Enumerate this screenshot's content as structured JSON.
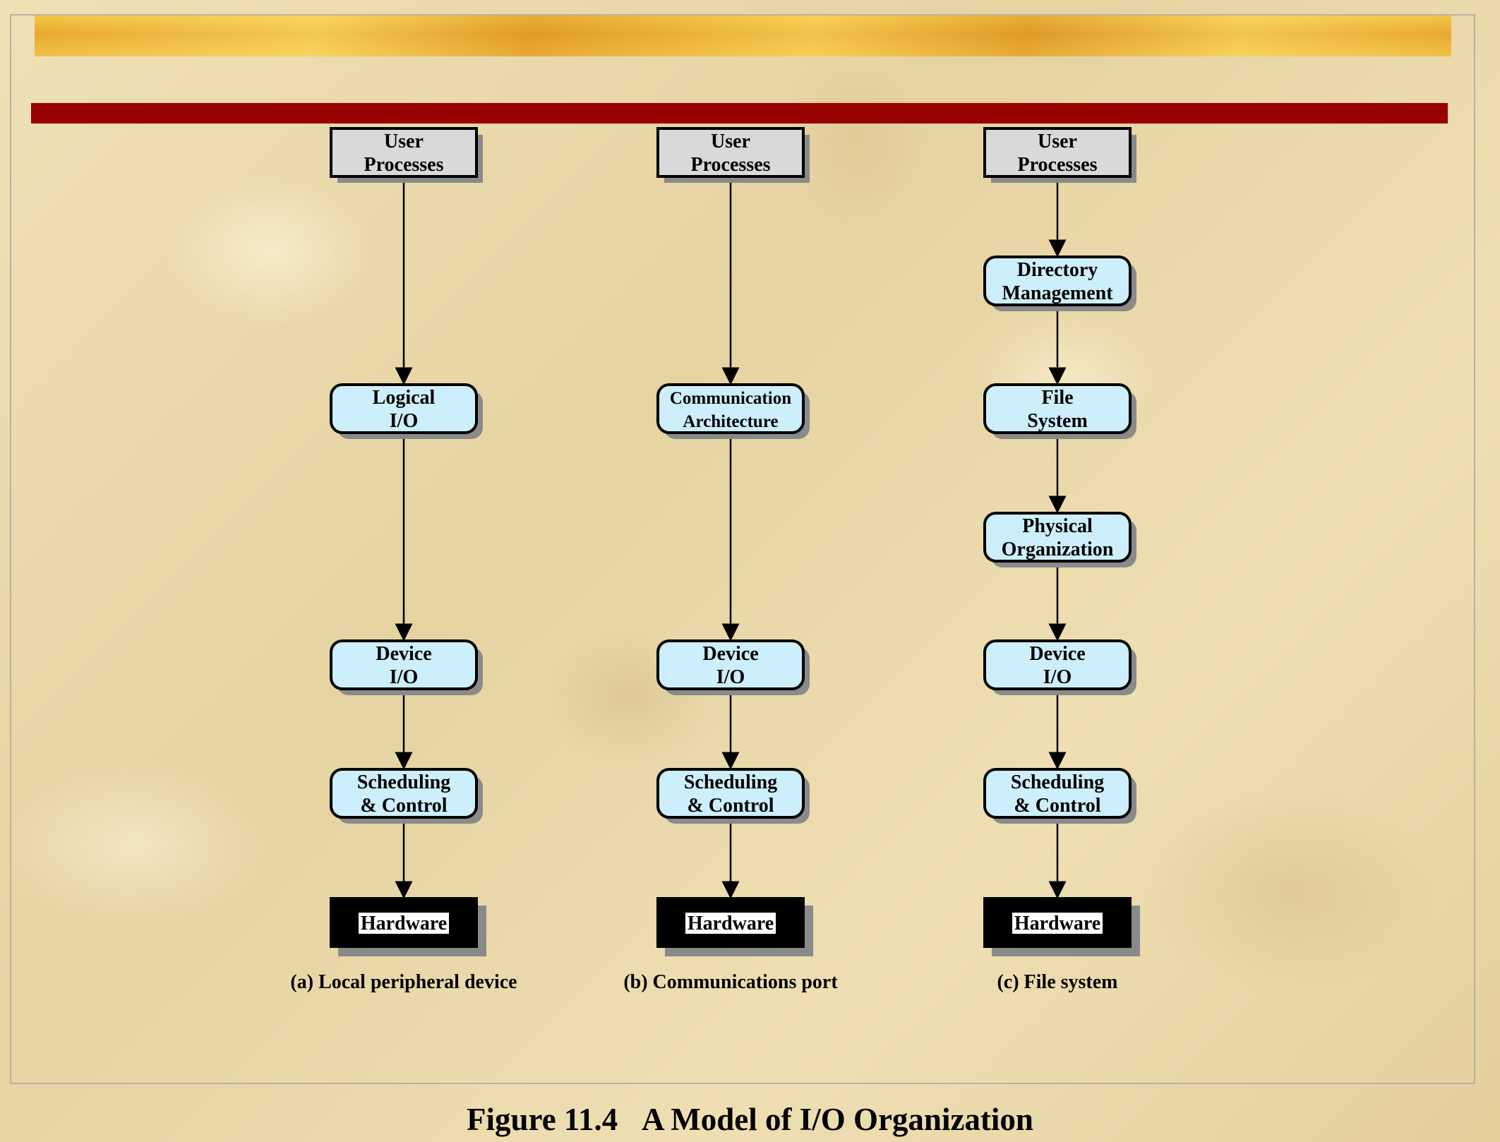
{
  "colors": {
    "red_bar": "#990000",
    "gold_band": "#e8a92c",
    "gray_box": "#d9d9d9",
    "blue_box": "#cdeefb",
    "hardware_box": "#000000",
    "background": "#ecdcae"
  },
  "figure_title": {
    "number": "Figure 11.4",
    "text": "A Model of I/O Organization"
  },
  "columns": [
    {
      "caption": "(a) Local peripheral device",
      "nodes": [
        {
          "kind": "gray",
          "lines": [
            "User",
            "Processes"
          ]
        },
        {
          "kind": "blue",
          "lines": [
            "Logical",
            "I/O"
          ]
        },
        {
          "kind": "blue",
          "lines": [
            "Device",
            "I/O"
          ]
        },
        {
          "kind": "blue",
          "lines": [
            "Scheduling",
            "& Control"
          ]
        },
        {
          "kind": "hardware",
          "lines": [
            "Hardware"
          ]
        }
      ]
    },
    {
      "caption": "(b) Communications port",
      "nodes": [
        {
          "kind": "gray",
          "lines": [
            "User",
            "Processes"
          ]
        },
        {
          "kind": "blue",
          "lines": [
            "Communication",
            "Architecture"
          ]
        },
        {
          "kind": "blue",
          "lines": [
            "Device",
            "I/O"
          ]
        },
        {
          "kind": "blue",
          "lines": [
            "Scheduling",
            "& Control"
          ]
        },
        {
          "kind": "hardware",
          "lines": [
            "Hardware"
          ]
        }
      ]
    },
    {
      "caption": "(c) File system",
      "nodes": [
        {
          "kind": "gray",
          "lines": [
            "User",
            "Processes"
          ]
        },
        {
          "kind": "blue",
          "lines": [
            "Directory",
            "Management"
          ]
        },
        {
          "kind": "blue",
          "lines": [
            "File",
            "System"
          ]
        },
        {
          "kind": "blue",
          "lines": [
            "Physical",
            "Organization"
          ]
        },
        {
          "kind": "blue",
          "lines": [
            "Device",
            "I/O"
          ]
        },
        {
          "kind": "blue",
          "lines": [
            "Scheduling",
            "& Control"
          ]
        },
        {
          "kind": "hardware",
          "lines": [
            "Hardware"
          ]
        }
      ]
    }
  ]
}
